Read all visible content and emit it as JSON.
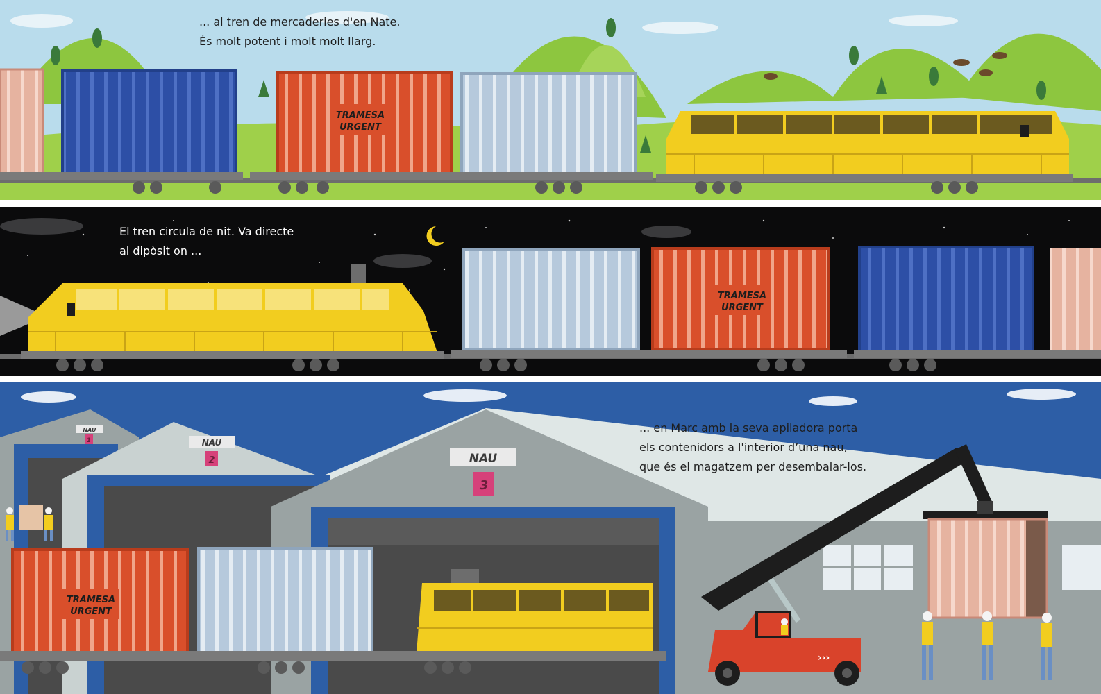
{
  "panels": {
    "countryside": {
      "caption": [
        "... al tren de mercaderies d'en Nate.",
        "És molt potent i molt molt llarg."
      ]
    },
    "night": {
      "caption": [
        "El tren circula de nit. Va directe",
        "al dipòsit on ..."
      ]
    },
    "warehouse": {
      "caption": [
        "... en Marc amb la seva apiladora porta",
        "els contenidors a l'interior d’una nau,",
        "que és el magatzem per desembalar-los."
      ]
    }
  },
  "labels": {
    "container_line1": "TRAMESA",
    "container_line2": "URGENT",
    "hangar_word": "NAU",
    "hangar_numbers": [
      "1",
      "2",
      "3"
    ]
  },
  "colors": {
    "sky_day": "#b9dcec",
    "hill_green": "#8dc63f",
    "night_sky": "#0b0b0c",
    "warehouse_sky": "#2d5ea6",
    "container_red": "#d94f2b",
    "container_blue": "#2d4fa6",
    "container_gray": "#b6c9dc",
    "container_pink": "#e6b3a0",
    "locomotive_yellow": "#f2cd1f",
    "forklift_red": "#d9432b"
  }
}
